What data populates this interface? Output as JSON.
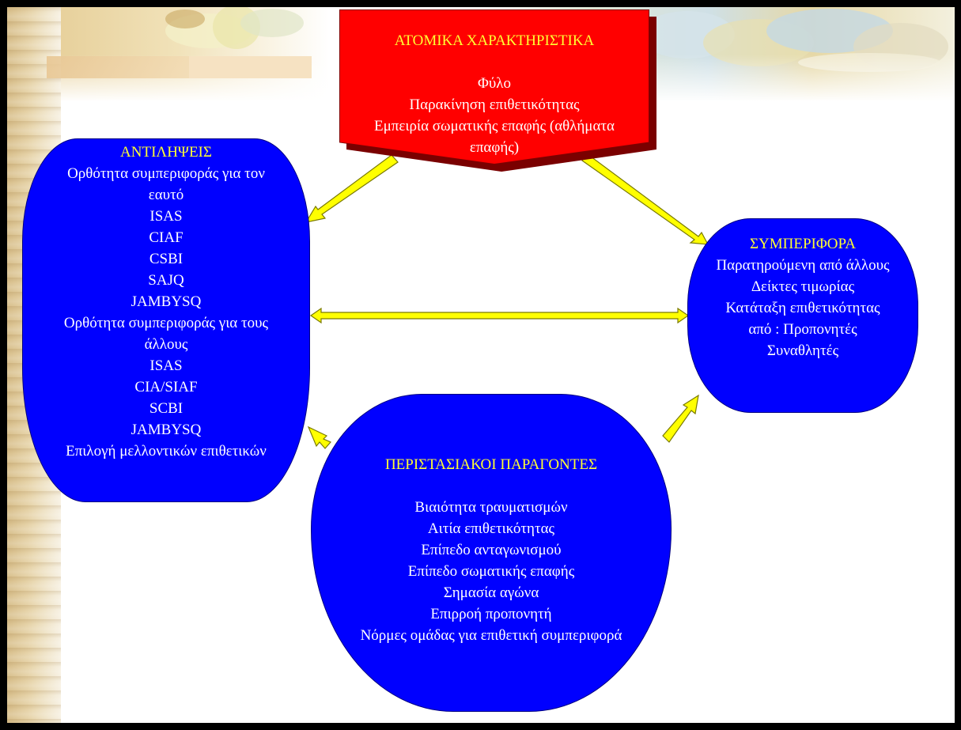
{
  "diagram": {
    "colors": {
      "node_fill": "#0000ff",
      "personal_fill": "#ff0000",
      "node_text": "#ffffff",
      "title_text": "#ffff33",
      "arrow_fill": "#ffff00",
      "arrow_stroke": "#7a7a00",
      "background": "#ffffff",
      "frame": "#000000"
    },
    "personal": {
      "title": "ΑΤΟΜΙΚΑ ΧΑΡΑΚΤΗΡΙΣΤΙΚΑ",
      "lines": [
        "Φύλο",
        "Παρακίνηση επιθετικότητας",
        "Εμπειρία σωματικής επαφής (αθλήματα",
        "επαφής)"
      ]
    },
    "perceptions": {
      "title": "ΑΝΤΙΛΗΨΕΙΣ",
      "lines": [
        "Ορθότητα συμπεριφοράς για τον",
        "εαυτό",
        "ISAS",
        "CIAF",
        "CSBI",
        "SAJQ",
        "JAMBYSQ",
        "Ορθότητα συμπεριφοράς για τους",
        "άλλους",
        "ISAS",
        "CIA/SIAF",
        "SCBI",
        "JAMBYSQ",
        "Επιλογή μελλοντικών επιθετικών"
      ]
    },
    "behavior": {
      "title": "ΣΥΜΠΕΡΙΦΟΡΑ",
      "lines": [
        "Παρατηρούμενη από άλλους",
        "Δείκτες τιμωρίας",
        "Κατάταξη επιθετικότητας",
        "από : Προπονητές",
        "Συναθλητές"
      ]
    },
    "situational": {
      "title": "ΠΕΡΙΣΤΑΣΙΑΚΟΙ ΠΑΡΑΓΟΝΤΕΣ",
      "lines": [
        "Βιαιότητα τραυματισμών",
        "Αιτία επιθετικότητας",
        "Επίπεδο ανταγωνισμού",
        "Επίπεδο σωματικής επαφής",
        "Σημασία αγώνα",
        "Επιρροή προπονητή",
        "Νόρμες ομάδας για επιθετική συμπεριφορά"
      ]
    }
  }
}
